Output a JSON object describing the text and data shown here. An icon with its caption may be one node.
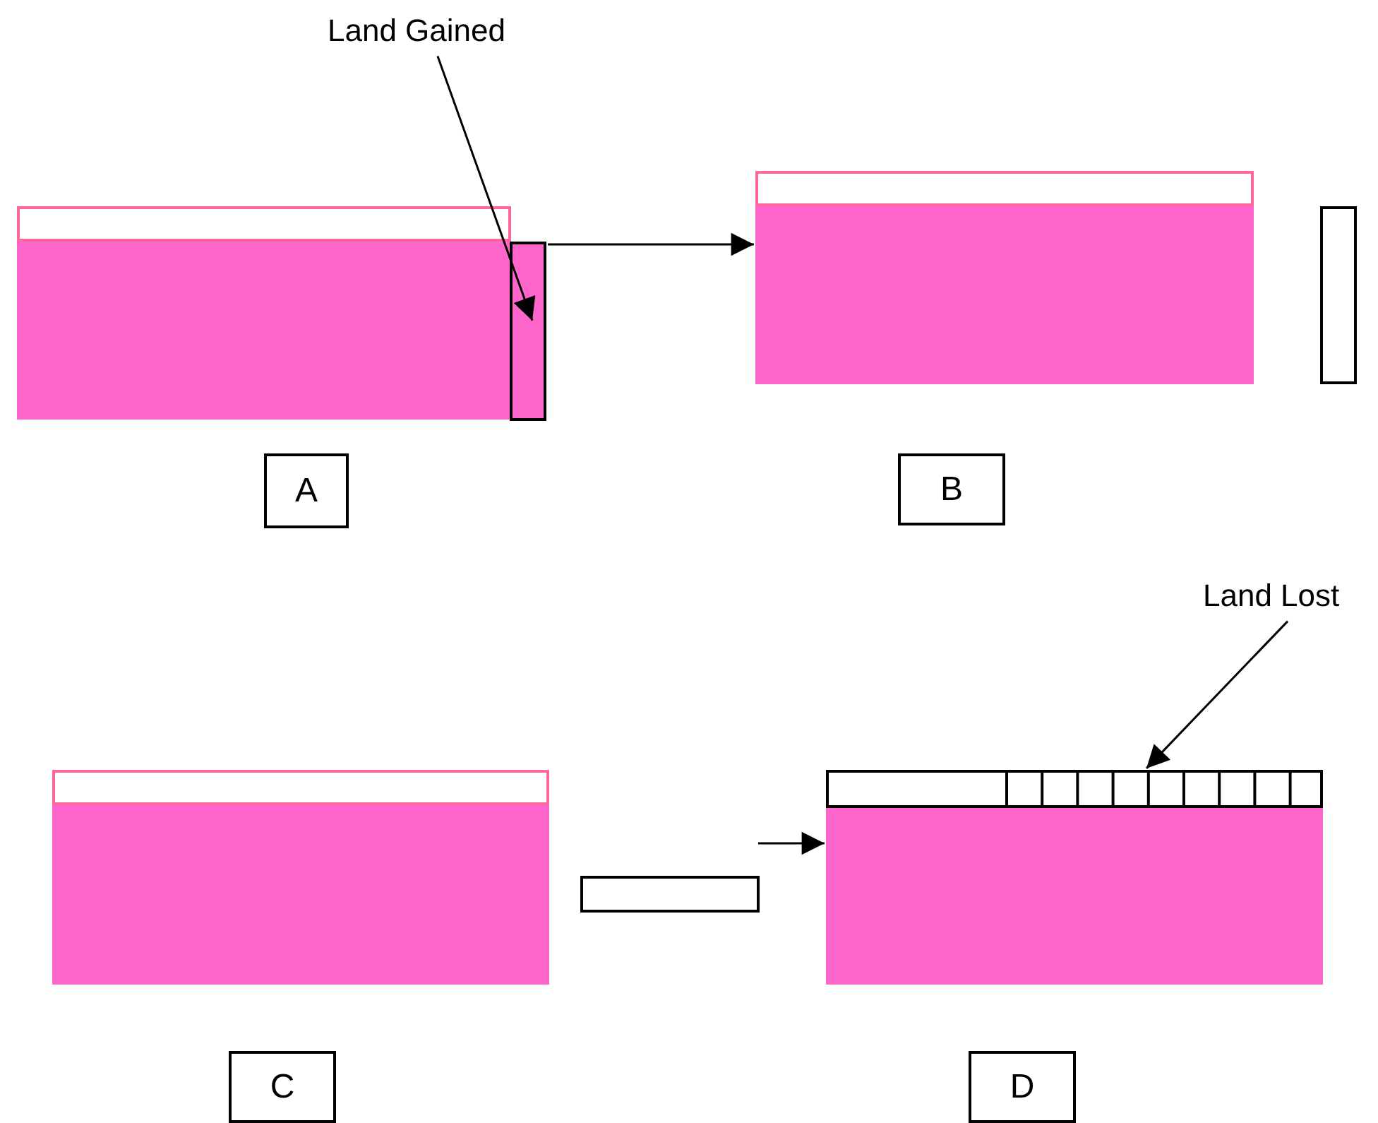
{
  "diagram": {
    "nodes": [
      {
        "text": [
          "Land Gained"
        ]
      },
      {
        "text": [],
        "shape": "box"
      },
      {
        "text": [],
        "shape": "bar"
      },
      {
        "text": [],
        "shape": "box"
      },
      {
        "text": [],
        "shape": "bar"
      },
      {
        "text": [
          "A"
        ]
      },
      {
        "text": [
          "B"
        ]
      },
      {
        "text": [
          "Land Lost"
        ]
      },
      {
        "text": [],
        "shape": "box"
      },
      {
        "text": [],
        "shape": "bar"
      },
      {
        "text": [],
        "shape": "box"
      },
      {
        "text": [],
        "shape": "bar",
        "in": 10
      },
      {
        "text": [
          "C"
        ]
      },
      {
        "text": [
          "D"
        ]
      }
    ],
    "edges": [
      {
        "from": 0,
        "to": 2,
        "arrow": "to"
      },
      {
        "from": 2,
        "to": 3,
        "arrow": "to"
      },
      {
        "from": 7,
        "to": 11,
        "arrow": "to"
      },
      {
        "from": null,
        "to": 10,
        "arrow": "to"
      }
    ]
  }
}
